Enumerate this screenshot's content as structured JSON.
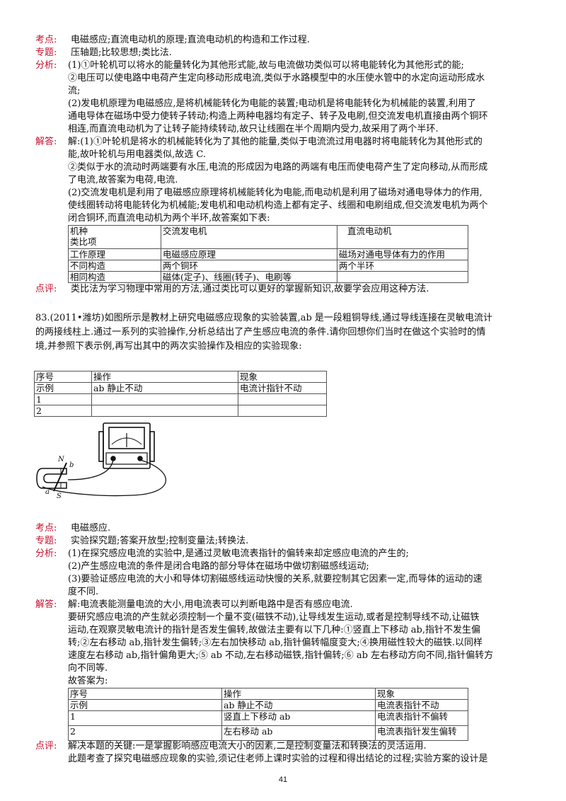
{
  "labels": {
    "kaodian": "考点:",
    "zhuanti": "专题:",
    "fenxi": "分析:",
    "jieda": "解答:",
    "dianping": "点评:"
  },
  "q82": {
    "kaodian": "电磁感应;直流电动机的原理;直流电动机的构造和工作过程.",
    "zhuanti": "压轴题;比较思想;类比法.",
    "fenxi": [
      "(1)①叶轮机可以将水的能量转化为其他形式能,故与电流做功类似可以将电能转化为其他形式的能;",
      "②电压可以使电路中电荷产生定向移动形成电流,类似于水路模型中的水压使水管中的水定向运动形成水",
      "流;",
      "(2)发电机原理为电磁感应,是将机械能转化为电能的装置;电动机是将电能转化为机械能的装置,利用了",
      "通电导体在磁场中受力使转子转动;构造上两种电器均有定子、转子及电刷,但交流发电机直接由两个铜环",
      "相连,而直流电动机为了让转子能持续转动,故只让线圈在半个周期内受力,故采用了两个半环."
    ],
    "jieda": [
      "解:(1)①叶轮机是将水的机械能转化为了其他的能量,类似于电流流过用电器时将电能转化为其他形式的",
      "能,故叶轮机与用电器类似,故选 C.",
      "②类似于水的流动时两端要有水压,电流的形成因为电路的两端有电压而使电荷产生了定向移动,从而形成",
      "了电流,故答案为电荷,电流.",
      "(2)交流发电机是利用了电磁感应原理将机械能转化为电能,而电动机是利用了磁场对通电导体力的作用,",
      "使线圈转动将电能转化为机械能;发电机和电动机构造上都有定子、线圈和电刷组成,但交流发电机为两个",
      "闭合铜环,而直流电动机为两个半环,故答案如下表:"
    ],
    "table": {
      "header_a": "机种",
      "header_b": "类比项",
      "col1": "交流发电机",
      "col2": "直流电动机",
      "rows": [
        [
          "工作原理",
          "电磁感应原理",
          "磁场对通电导体有力的作用"
        ],
        [
          "不同构造",
          "两个铜环",
          "两个半环"
        ],
        [
          "相同构造",
          "磁体(定子)、线圈(转子)、电刷等",
          ""
        ]
      ]
    },
    "dianping": "类比法为学习物理中常用的方法,通过类比可以更好的掌握新知识,故要学会应用这种方法."
  },
  "q83": {
    "stem": [
      "83.(2011•潍坊)如图所示是教材上研究电磁感应现象的实验装置,ab 是一段粗铜导线,通过导线连接在灵敏电流计",
      "的两接线柱上.通过一系列的实验操作,分析总结出了产生感应电流的条件.请你回想你们当时在做这个实验时的情",
      "境,并参照下表示例,再写出其中的两次实验操作及相应的实验现象:"
    ],
    "table1": {
      "headers": [
        "序号",
        "操作",
        "现象"
      ],
      "rows": [
        [
          "示例",
          "ab 静止不动",
          "电流计指针不动"
        ],
        [
          "1",
          "",
          ""
        ],
        [
          "2",
          "",
          ""
        ]
      ]
    },
    "figure_labels": [
      "N",
      "b",
      "a",
      "S"
    ],
    "kaodian": "电磁感应.",
    "zhuanti": "实验探究题;答案开放型;控制变量法;转换法.",
    "fenxi": [
      "(1)在探究感应电流的实验中,是通过灵敏电流表指针的偏转来却定感应电流的产生的;",
      "(2)产生感应电流的条件是闭合电路的部分导体在磁场中做切割磁感线运动;",
      "(3)要验证感应电流的大小和导体切割磁感线运动快慢的关系,就要控制其它因素一定,而导体的运动的速",
      "度不同."
    ],
    "jieda": [
      "解:电流表能测量电流的大小,用电流表可以判断电路中是否有感应电流.",
      "要研究感应电流的产生就必须控制一个量不变(磁铁不动),让导线发生运动,或者是控制导线不动,让磁铁",
      "运动,在观察灵敏电流计的指针是否发生偏转,故做法主要有以下几种:①竖直上下移动 ab,指针不发生偏",
      "转;②左右移动 ab,指针发生偏转;③左右加快移动 ab,指针偏转幅度变大;④换用磁性较大的磁铁.以同样",
      "速度左右移动 ab,指针偏角更大;⑤ ab 不动,左右移动磁铁,指针偏转;⑥ ab 左右移动方向不同,指针偏转方",
      "向不同等.",
      "故答案为:"
    ],
    "table2": {
      "headers": [
        "序号",
        "操作",
        "现象"
      ],
      "rows": [
        [
          "示例",
          "ab 静止不动",
          "电流表指针不动"
        ],
        [
          "1",
          "竖直上下移动 ab",
          "电流表指针不偏转"
        ],
        [
          "2",
          "左右移动 ab",
          "电流表指针发生偏转"
        ]
      ]
    },
    "dianping": [
      "解决本题的关键:一是掌握影响感应电流大小的因素,二是控制变量法和转换法的灵活运用.",
      "此题考查了探究电磁感应现象的实验,须记住老师上课时实验的过程和得出结论的过程;实验方案的设计是"
    ]
  },
  "page_number": "41",
  "colors": {
    "label": "#c8102e",
    "text": "#111111"
  }
}
